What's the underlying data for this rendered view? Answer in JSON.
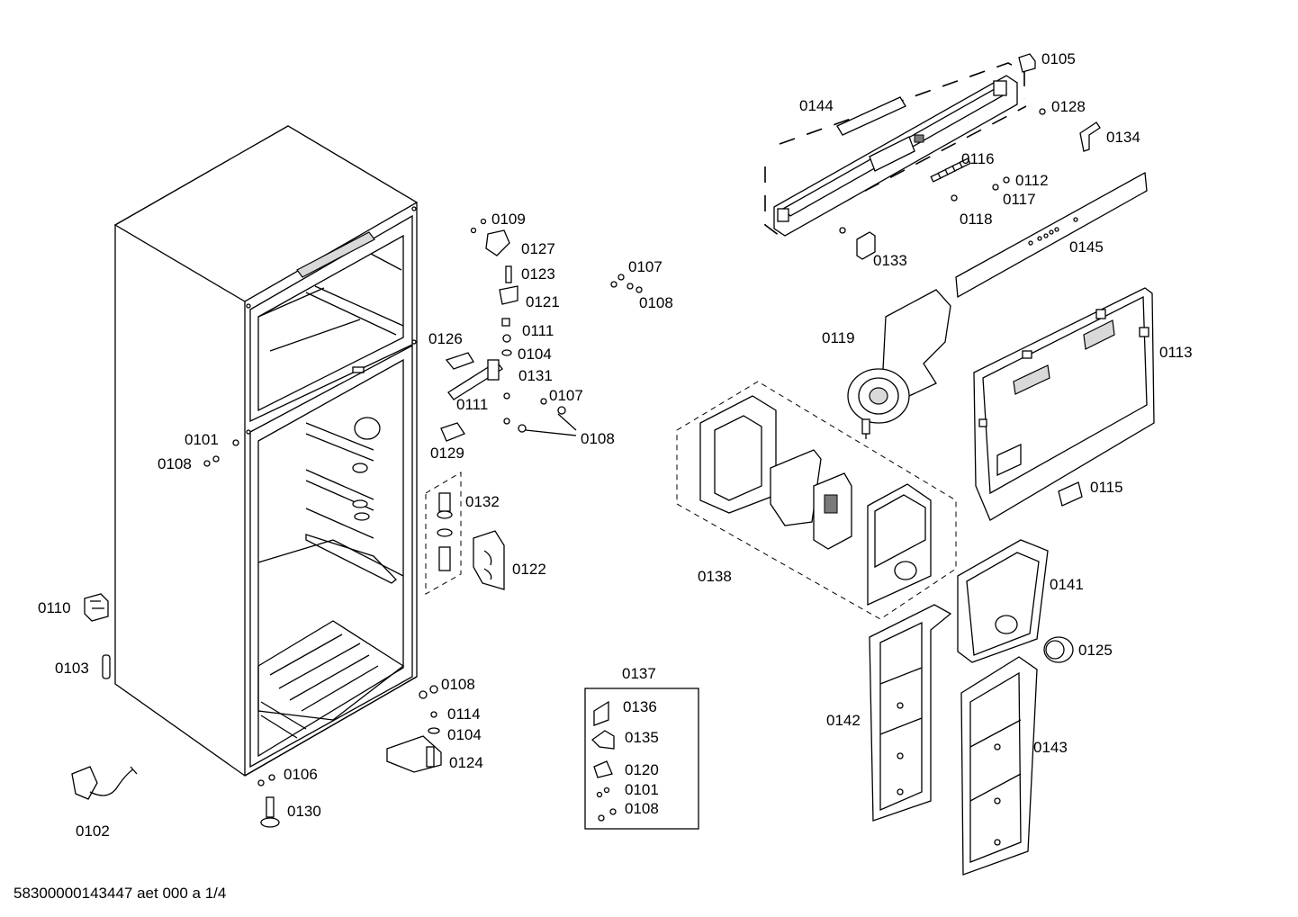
{
  "labels": {
    "p0101": "0101",
    "p0102": "0102",
    "p0103": "0103",
    "p0104": "0104",
    "p0105": "0105",
    "p0106": "0106",
    "p0107": "0107",
    "p0108": "0108",
    "p0109": "0109",
    "p0110": "0110",
    "p0111": "0111",
    "p0112": "0112",
    "p0113": "0113",
    "p0114": "0114",
    "p0115": "0115",
    "p0116": "0116",
    "p0117": "0117",
    "p0118": "0118",
    "p0119": "0119",
    "p0120": "0120",
    "p0121": "0121",
    "p0122": "0122",
    "p0123": "0123",
    "p0124": "0124",
    "p0125": "0125",
    "p0126": "0126",
    "p0127": "0127",
    "p0128": "0128",
    "p0129": "0129",
    "p0130": "0130",
    "p0131": "0131",
    "p0132": "0132",
    "p0133": "0133",
    "p0134": "0134",
    "p0135": "0135",
    "p0136": "0136",
    "p0137": "0137",
    "p0138": "0138",
    "p0141": "0141",
    "p0142": "0142",
    "p0143": "0143",
    "p0144": "0144",
    "p0145": "0145"
  },
  "footer": "58300000143447 aet 000 a 1/4"
}
